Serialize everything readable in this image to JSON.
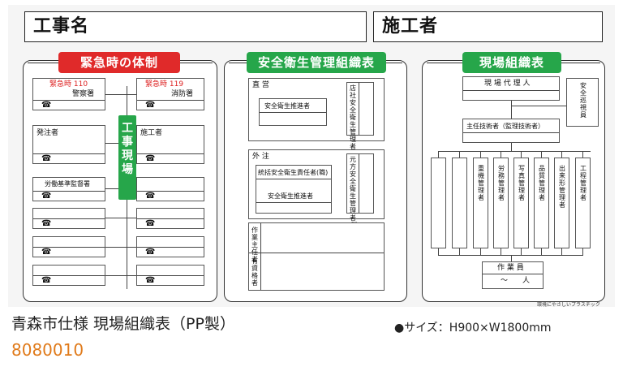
{
  "header": {
    "kouji_label": "工事名",
    "sekou_label": "施工者"
  },
  "emergency": {
    "title": "緊急時の体制",
    "left_top_label": "緊急時 110",
    "left_top_sub": "警察署",
    "right_top_label": "緊急時 119",
    "right_top_sub": "消防署",
    "left_mid_label": "発注者",
    "right_mid_label": "施工者",
    "left_low_label": "労働基準監督署",
    "center_label": "工事現場",
    "tel_icon": "☎"
  },
  "safety": {
    "title": "安全衛生管理組織表",
    "chokuei_label": "直 営",
    "suishin_label": "安全衛生推進者",
    "tenan_label": "店社安全衛生管理者(職)",
    "gaichu_label": "外 注",
    "tokatsu_label": "統括安全衛生責任者(職)",
    "suishin2_label": "安全衛生推進者",
    "motokata_label": "元方安全衛生管理者(職)",
    "sagyou_label": "作業主任者",
    "shikaku_label": "有資格者"
  },
  "site_org": {
    "title": "現場組織表",
    "dairinin_label": "現 場 代 理 人",
    "anzen_label": "安全巡視員",
    "shunin_label": "主任技術者（監理技術者）",
    "columns": [
      "重機管理者",
      "労務管理者",
      "写真管理者",
      "品質管理者",
      "出来形管理者",
      "工程管理者"
    ],
    "sagyouin_label": "作 業 員",
    "count_label": "〜　　人",
    "eco_label": "環境にやさしいプラスチック"
  },
  "footer": {
    "product_title": "青森市仕様 現場組織表（PP製）",
    "product_code": "8080010",
    "size": "●サイズ：H900×W1800mm"
  }
}
